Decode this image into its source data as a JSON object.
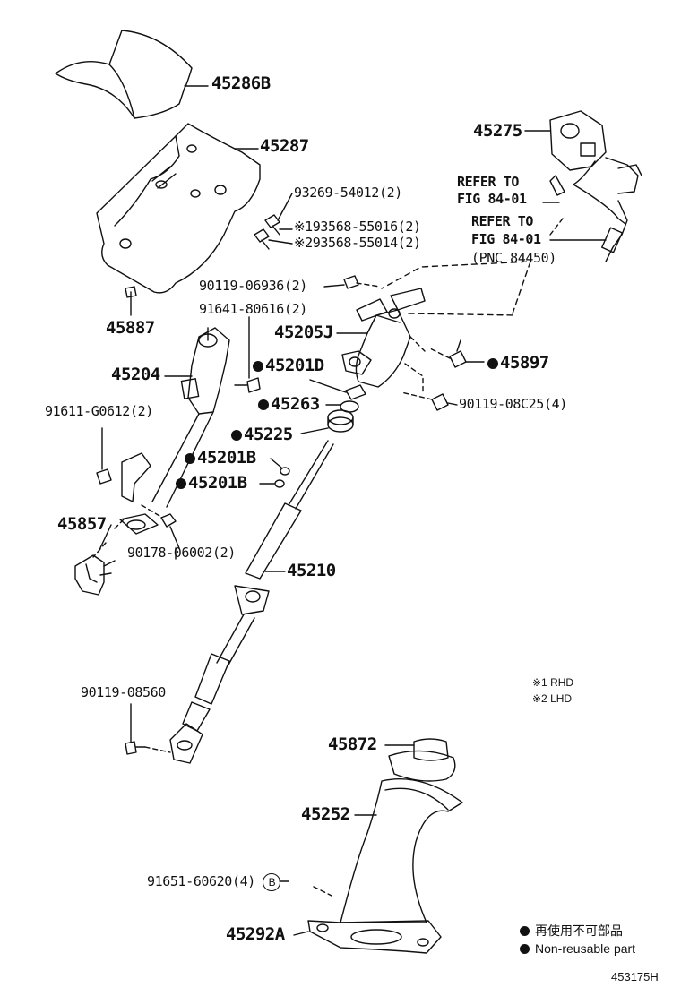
{
  "parts": {
    "p45286b": "45286B",
    "p45287": "45287",
    "p45275": "45275",
    "refer1_a": "REFER TO",
    "refer1_b": "FIG 84-01",
    "refer2_a": "REFER TO",
    "refer2_b": "FIG 84-01",
    "refer2_c": "(PNC 84450)",
    "p93269": "93269-54012(2)",
    "p193568": "※193568-55016(2)",
    "p293568": "※293568-55014(2)",
    "p45887": "45887",
    "p90119_06936": "90119-06936(2)",
    "p91641": "91641-80616(2)",
    "p45205j": "45205J",
    "p45204": "45204",
    "p45201d": "45201D",
    "p45897": "45897",
    "p45263": "45263",
    "p90119_08c25": "90119-08C25(4)",
    "p91611": "91611-G0612(2)",
    "p45225": "45225",
    "p45201b_1": "45201B",
    "p45201b_2": "45201B",
    "p45857": "45857",
    "p90178": "90178-06002(2)",
    "p45210": "45210",
    "p90119_08560": "90119-08560",
    "p45872": "45872",
    "p45252": "45252",
    "p91651": "91651-60620(4)",
    "marker_b": "B",
    "p45292a": "45292A"
  },
  "notes": {
    "rhd": "※1 RHD",
    "lhd": "※2 LHD"
  },
  "legend": {
    "jp": "再使用不可部品",
    "en": "Non-reusable part"
  },
  "figure_id": "453175H"
}
